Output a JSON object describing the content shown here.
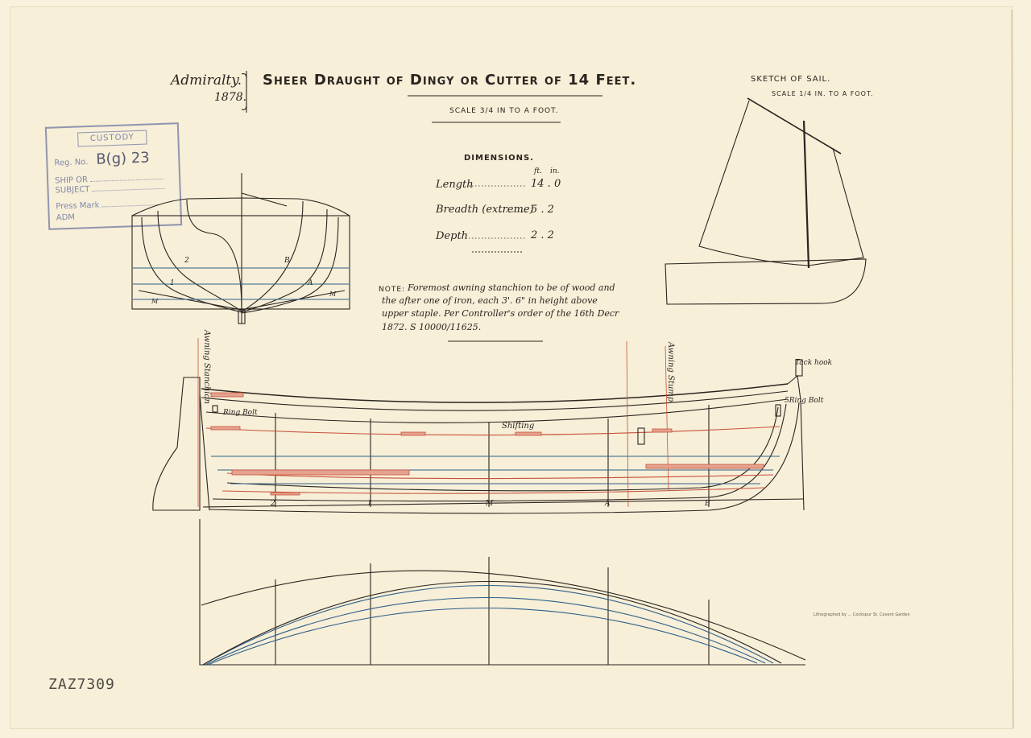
{
  "header": {
    "admiralty": "Admiralty.",
    "year": "1878.",
    "title": "Sheer Draught of Dingy or Cutter of 14 Feet.",
    "scale": "SCALE 3/4 IN TO A FOOT."
  },
  "sail": {
    "title": "SKETCH OF SAIL.",
    "scale": "SCALE 1/4 IN. TO A FOOT."
  },
  "dimensions": {
    "heading": "DIMENSIONS.",
    "unit_ft": "ft.",
    "unit_in": "in.",
    "rows": [
      {
        "label": "Length",
        "value": "14 . 0"
      },
      {
        "label": "Breadth (extreme)",
        "value": "5 . 2"
      },
      {
        "label": "Depth",
        "value": "2 . 2"
      }
    ]
  },
  "note": {
    "prefix": "NOTE:",
    "lines": [
      "Foremost awning stanchion to be of wood and",
      "the after one of iron, each 3'. 6\" in height above",
      "upper staple. Per Controller's order of the 16th Decr",
      "1872. S 10000/11625."
    ]
  },
  "stamp": {
    "title": "CUSTODY",
    "reg_label": "Reg. No.",
    "reg_value": "B(g) 23",
    "ship_label": "SHIP OR",
    "subject_label": "SUBJECT",
    "press_label": "Press Mark",
    "adm_label": "ADM"
  },
  "labels": {
    "awning_stanchion": "Awning Stanchion",
    "awning_stump": "Awning Stump",
    "tack_hook": "Tack hook",
    "ring_bolt_fwd": "Ring Bolt",
    "ring_bolt_aft": "Ring Bolt",
    "ring_bolt_aft_prefix": "5",
    "shifting": "Shifting",
    "stations": [
      "2",
      "1",
      "M",
      "A",
      "B"
    ],
    "body_labels": [
      "2",
      "B",
      "1",
      "A",
      "M",
      "M"
    ]
  },
  "printer": "Lithographed by ... Cockspur St. Covent Garden",
  "catalogue_number": "ZAZ7309",
  "colors": {
    "paper": "#f7efd8",
    "ink": "#2a2520",
    "blue_line": "#2f5f8a",
    "red_line": "#c8503c",
    "stamp": "#7f86a8"
  }
}
